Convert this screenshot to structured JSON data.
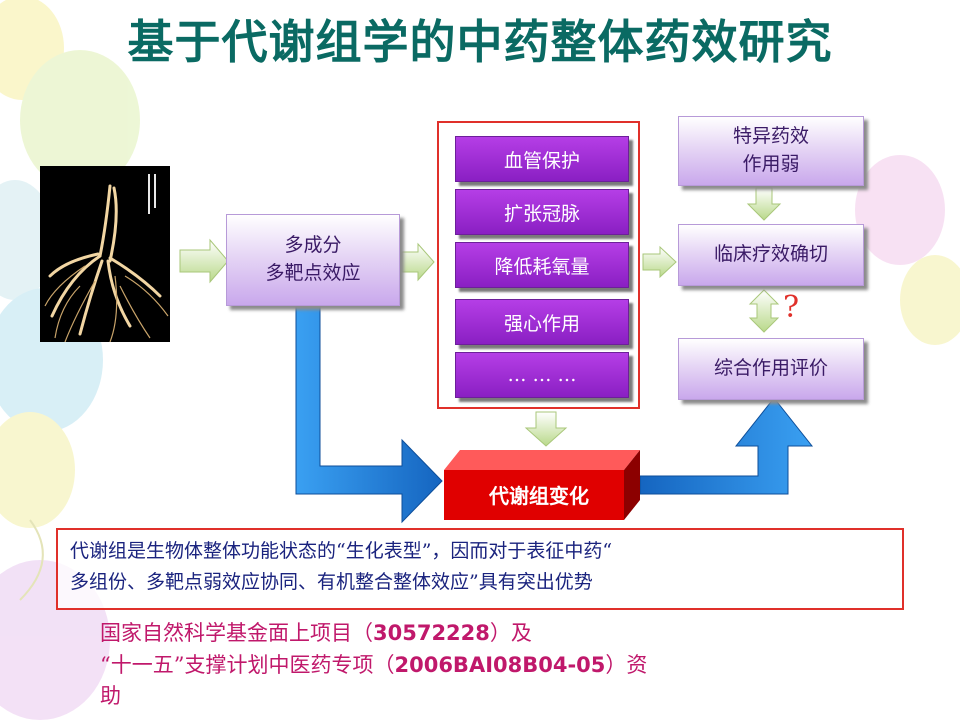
{
  "title": "基于代谢组学的中药整体药效研究",
  "diagram": {
    "source_box": {
      "line1": "多成分",
      "line2": "多靶点效应"
    },
    "effects": [
      "血管保护",
      "扩张冠脉",
      "降低耗氧量",
      "强心作用",
      "… … …"
    ],
    "metabolome_change": "代谢组变化",
    "right": {
      "specific_line1": "特异药效",
      "specific_line2": "作用弱",
      "clinical": "临床疗效确切",
      "question": "?",
      "comprehensive": "综合作用评价"
    }
  },
  "note": {
    "line1": "代谢组是生物体整体功能状态的“生化表型”，因而对于表征中药“",
    "line2": "多组份、多靶点弱效应协同、有机整合整体效应”具有突出优势"
  },
  "funding": {
    "p1": "国家自然科学基金面上项目（",
    "c1": "30572228",
    "p2": "）及",
    "p3": "“十一五”支撑计划中医药专项（",
    "c2": "2006BAI08B04-05",
    "p4": "）资",
    "p5": "助"
  },
  "colors": {
    "title": "#0a6a63",
    "purple": "#8a1fc3",
    "red": "#e0302a",
    "arrow_blue": "#1e7fd8",
    "note_text": "#1a237e",
    "funding": "#c0186b"
  },
  "icons": [
    "ginseng-photo",
    "right-arrow",
    "down-arrow",
    "up-arrow",
    "double-arrow",
    "balloon-decoration"
  ]
}
